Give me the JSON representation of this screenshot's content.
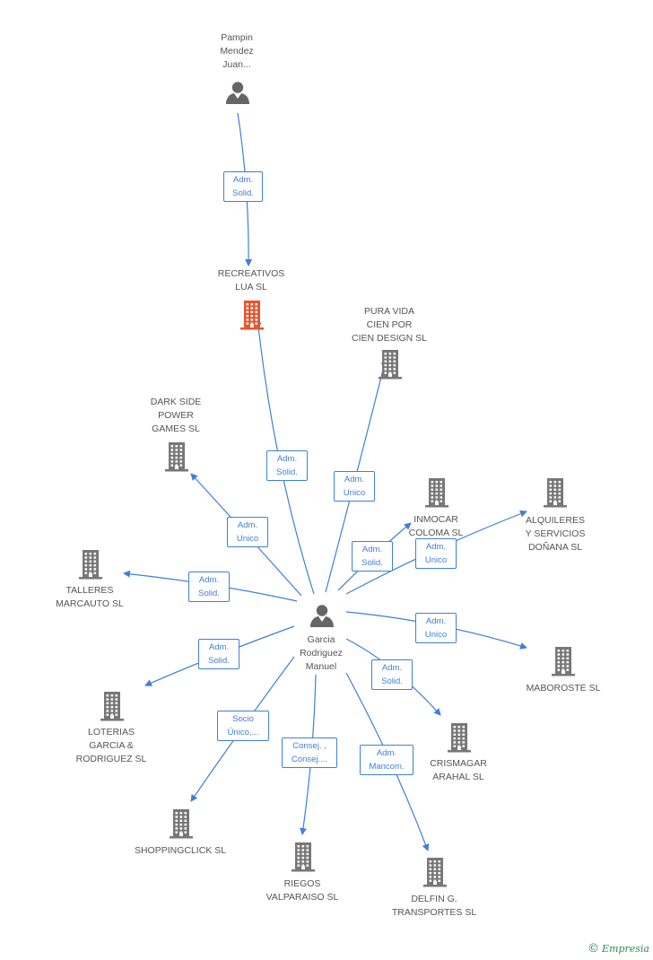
{
  "colors": {
    "edge": "#3f7fd6",
    "company": "#777777",
    "focus_company": "#e8542b",
    "person": "#666666"
  },
  "nodes": [
    {
      "id": "pampin",
      "kind": "person",
      "label": "Pampin\nMendez\nJuan..."
    },
    {
      "id": "recreativos",
      "kind": "company",
      "focus": true,
      "label": "RECREATIVOS\nLUA SL"
    },
    {
      "id": "puravida",
      "kind": "company",
      "label": "PURA VIDA\nCIEN POR\nCIEN DESIGN SL"
    },
    {
      "id": "darkside",
      "kind": "company",
      "label": "DARK SIDE\nPOWER\nGAMES  SL"
    },
    {
      "id": "inmocar",
      "kind": "company",
      "label": "INMOCAR\nCOLOMA SL"
    },
    {
      "id": "alquileres",
      "kind": "company",
      "label": "ALQUILERES\nY SERVICIOS\nDOÑANA SL"
    },
    {
      "id": "talleres",
      "kind": "company",
      "label": "TALLERES\nMARCAUTO SL"
    },
    {
      "id": "garcia",
      "kind": "person",
      "label": "Garcia\nRodriguez\nManuel"
    },
    {
      "id": "maboroste",
      "kind": "company",
      "label": "MABOROSTE SL"
    },
    {
      "id": "loterias",
      "kind": "company",
      "label": "LOTERIAS\nGARCIA &\nRODRIGUEZ SL"
    },
    {
      "id": "crismagar",
      "kind": "company",
      "label": "CRISMAGAR\nARAHAL SL"
    },
    {
      "id": "shoppingclick",
      "kind": "company",
      "label": "SHOPPINGCLICK SL"
    },
    {
      "id": "riegos",
      "kind": "company",
      "label": "RIEGOS\nVALPARAISO SL"
    },
    {
      "id": "delfin",
      "kind": "company",
      "label": "DELFIN G.\nTRANSPORTES SL"
    }
  ],
  "edges": [
    {
      "from": "pampin",
      "to": "recreativos",
      "label": "Adm.\nSolid."
    },
    {
      "from": "garcia",
      "to": "recreativos",
      "label": "Adm.\nSolid."
    },
    {
      "from": "garcia",
      "to": "puravida",
      "label": "Adm.\nUnico"
    },
    {
      "from": "garcia",
      "to": "darkside",
      "label": "Adm.\nUnico"
    },
    {
      "from": "garcia",
      "to": "inmocar",
      "label": "Adm.\nSolid."
    },
    {
      "from": "garcia",
      "to": "alquileres",
      "label": "Adm.\nUnico"
    },
    {
      "from": "garcia",
      "to": "talleres",
      "label": "Adm.\nSolid."
    },
    {
      "from": "garcia",
      "to": "maboroste",
      "label": "Adm.\nUnico"
    },
    {
      "from": "garcia",
      "to": "loterias",
      "label": "Adm.\nSolid."
    },
    {
      "from": "garcia",
      "to": "crismagar",
      "label": "Adm.\nSolid."
    },
    {
      "from": "garcia",
      "to": "shoppingclick",
      "label": "Socio\nÚnico,..."
    },
    {
      "from": "garcia",
      "to": "riegos",
      "label": "Consej. ,\nConsej...."
    },
    {
      "from": "garcia",
      "to": "delfin",
      "label": "Adm.\nMancom."
    }
  ],
  "brand": {
    "copyright": "©",
    "name": "Empresia"
  }
}
